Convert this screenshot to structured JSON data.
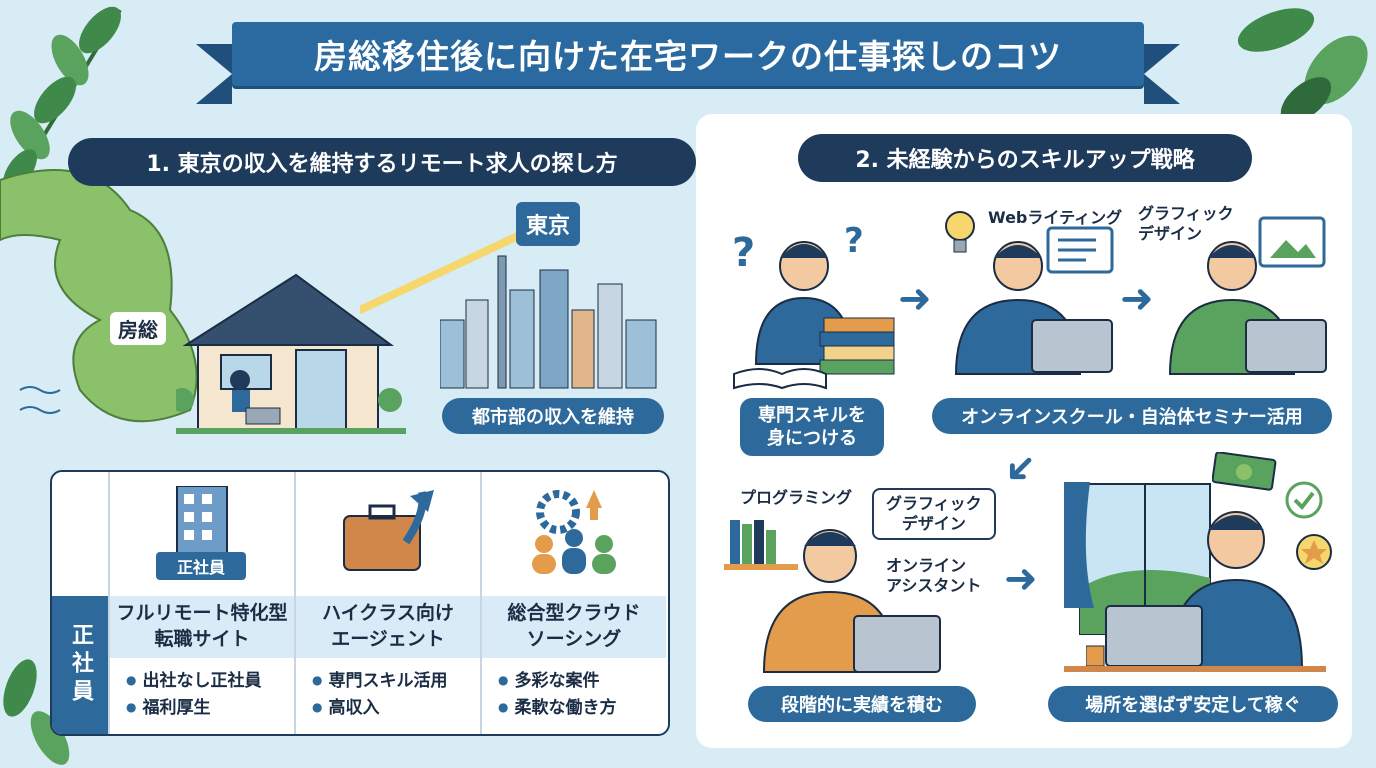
{
  "title": "房総移住後に向けた在宅ワークの仕事探しのコツ",
  "section1": {
    "heading": "1. 東京の収入を維持するリモート求人の探し方",
    "boso_label": "房総",
    "tokyo_label": "東京",
    "caption": "都市部の収入を維持"
  },
  "table": {
    "side_label": "正社員",
    "badge": "正社員",
    "columns": [
      {
        "title": "フルリモート特化型\n転職サイト",
        "bullets": [
          "出社なし正社員",
          "福利厚生"
        ]
      },
      {
        "title": "ハイクラス向け\nエージェント",
        "bullets": [
          "専門スキル活用",
          "高収入"
        ]
      },
      {
        "title": "総合型クラウド\nソーシング",
        "bullets": [
          "多彩な案件",
          "柔軟な働き方"
        ]
      }
    ]
  },
  "section2": {
    "heading": "2. 未経験からのスキルアップ戦略",
    "step1_caption": "専門スキルを\n身につける",
    "web_writing": "Webライティング",
    "graphic_design_top": "グラフィック\nデザイン",
    "step2_caption": "オンラインスクール・自治体セミナー活用",
    "programming": "プログラミング",
    "graphic_design_bubble": "グラフィック\nデザイン",
    "online_assistant": "オンライン\nアシスタント",
    "step3_caption": "段階的に実績を積む",
    "step4_caption": "場所を選ばず安定して稼ぐ"
  },
  "colors": {
    "background": "#d7ecf4",
    "banner": "#2b6aa0",
    "navy": "#1f3b5c",
    "accent_blue": "#2d6a9b",
    "map_green": "#8bc16a"
  },
  "icons": [
    "leaf-icon",
    "house-icon",
    "skyline-icon",
    "building-icon",
    "briefcase-icon",
    "gear-people-icon",
    "book-icon",
    "question-icon",
    "bulb-icon",
    "laptop-icon",
    "arrow-right-icon",
    "money-icon",
    "check-icon",
    "star-icon",
    "window-icon"
  ]
}
